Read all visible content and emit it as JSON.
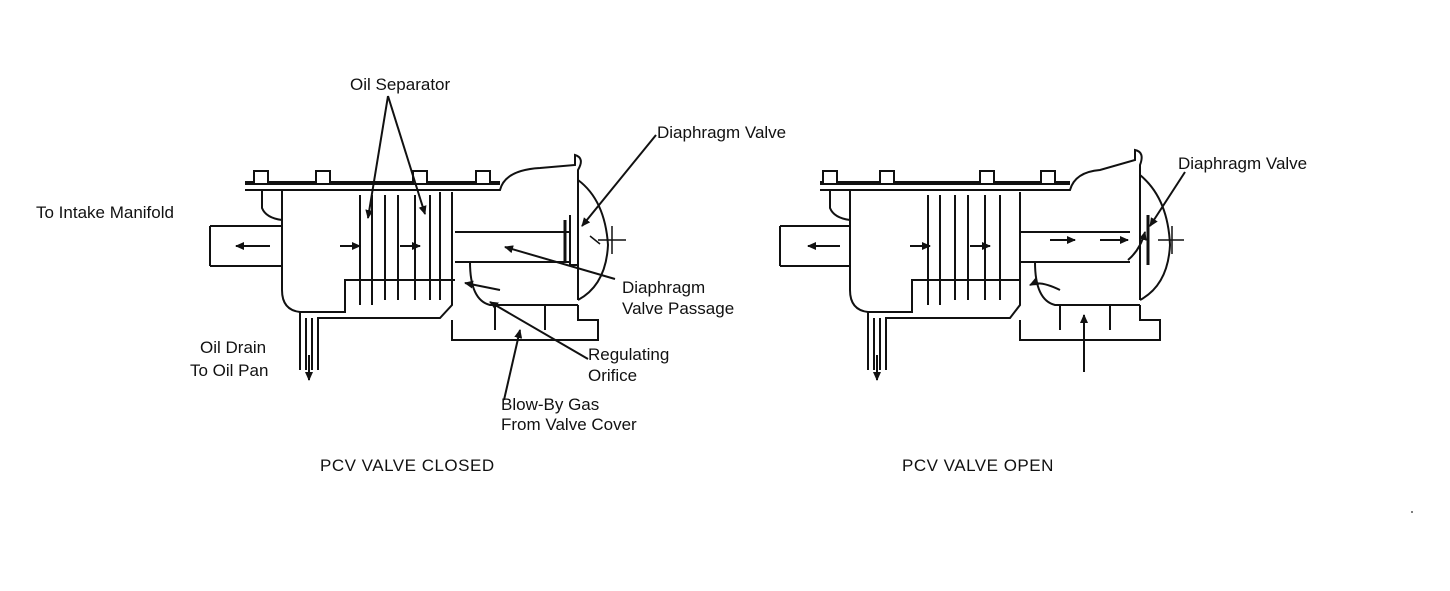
{
  "closed": {
    "caption": "PCV VALVE CLOSED",
    "labels": {
      "oil_separator": "Oil Separator",
      "diaphragm_valve": "Diaphragm Valve",
      "to_intake_manifold": "To Intake Manifold",
      "diaphragm_passage_1": "Diaphragm",
      "diaphragm_passage_2": "Valve Passage",
      "oil_drain_1": "Oil Drain",
      "oil_drain_2": "To Oil Pan",
      "regulating_1": "Regulating",
      "regulating_2": "Orifice",
      "blowby_1": "Blow-By Gas",
      "blowby_2": "From Valve Cover"
    }
  },
  "open": {
    "caption": "PCV VALVE OPEN",
    "labels": {
      "diaphragm_valve": "Diaphragm Valve"
    }
  }
}
